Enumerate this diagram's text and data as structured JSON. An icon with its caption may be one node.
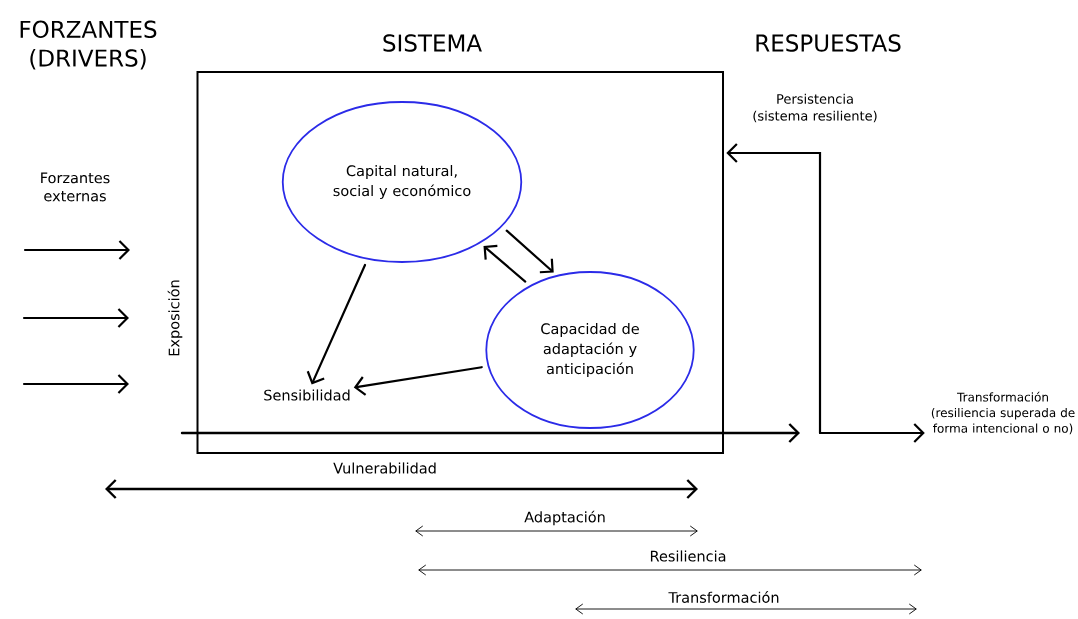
{
  "diagram": {
    "nodes": [
      {
        "text": [
          "SISTEMA"
        ]
      },
      {
        "text": [
          "Capital natural, social y económico"
        ],
        "in": 0
      },
      {
        "text": [
          "Capacidad de adaptación y anticipación"
        ],
        "in": 0
      },
      {
        "text": [
          "Sensibilidad"
        ],
        "in": 0
      },
      {
        "text": [
          "Persistencia (sistema resiliente)"
        ]
      },
      {
        "text": [
          "Transformación (resiliencia superada de forma intencional o no)"
        ]
      }
    ],
    "edges": [
      {
        "from": 1,
        "to": 3,
        "arrow": "to"
      },
      {
        "from": 1,
        "to": 2,
        "arrow": "to"
      },
      {
        "from": 2,
        "to": 1,
        "arrow": "to"
      },
      {
        "from": 2,
        "to": 3,
        "arrow": "to"
      },
      {
        "from": null,
        "to": 4,
        "arrow": "to"
      },
      {
        "from": null,
        "to": 5,
        "arrow": "to"
      }
    ],
    "labels": [
      "FORZANTES (DRIVERS)",
      "RESPUESTAS",
      "Forzantes externas",
      "Exposición",
      "Vulnerabilidad",
      "Adaptación",
      "Resiliencia",
      "Transformación"
    ]
  }
}
